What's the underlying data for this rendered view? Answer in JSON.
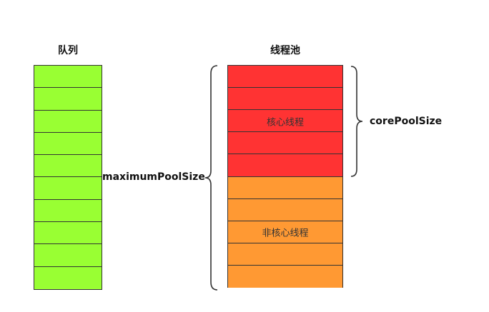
{
  "queue": {
    "title": "队列",
    "cell_count": 10,
    "fill_color": "#99ff33"
  },
  "pool": {
    "title": "线程池",
    "core": {
      "label": "核心线程",
      "cell_count": 5,
      "fill_color": "#ff3333"
    },
    "non_core": {
      "label": "非核心线程",
      "cell_count": 5,
      "fill_color": "#ff9933"
    }
  },
  "brackets": {
    "core_pool_size": "corePoolSize",
    "maximum_pool_size": "maximumPoolSize"
  }
}
